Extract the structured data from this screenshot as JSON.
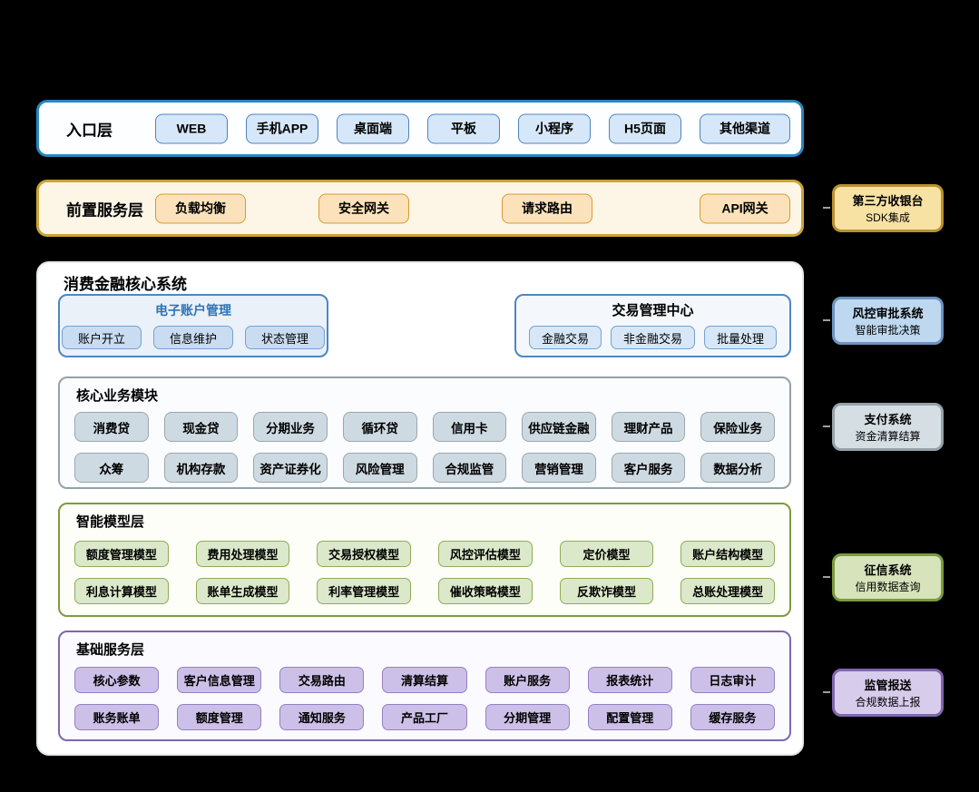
{
  "entry_layer": {
    "label": "入口层",
    "items": [
      "WEB",
      "手机APP",
      "桌面端",
      "平板",
      "小程序",
      "H5页面",
      "其他渠道"
    ]
  },
  "preservice_layer": {
    "label": "前置服务层",
    "items": [
      "负载均衡",
      "安全网关",
      "请求路由",
      "API网关"
    ]
  },
  "core_system": {
    "title": "消费金融核心系统",
    "account_mgmt": {
      "title": "电子账户管理",
      "items": [
        "账户开立",
        "信息维护",
        "状态管理"
      ]
    },
    "trade_center": {
      "title": "交易管理中心",
      "items": [
        "金融交易",
        "非金融交易",
        "批量处理"
      ]
    },
    "business_modules": {
      "title": "核心业务模块",
      "items": [
        "消费贷",
        "现金贷",
        "分期业务",
        "循环贷",
        "信用卡",
        "供应链金融",
        "理财产品",
        "保险业务",
        "众筹",
        "机构存款",
        "资产证券化",
        "风险管理",
        "合规监管",
        "营销管理",
        "客户服务",
        "数据分析"
      ]
    },
    "model_layer": {
      "title": "智能模型层",
      "items": [
        "额度管理模型",
        "费用处理模型",
        "交易授权模型",
        "风控评估模型",
        "定价模型",
        "账户结构模型",
        "利息计算模型",
        "账单生成模型",
        "利率管理模型",
        "催收策略模型",
        "反欺诈模型",
        "总账处理模型"
      ]
    },
    "base_services": {
      "title": "基础服务层",
      "items": [
        "核心参数",
        "客户信息管理",
        "交易路由",
        "清算结算",
        "账户服务",
        "报表统计",
        "日志审计",
        "账务账单",
        "额度管理",
        "通知服务",
        "产品工厂",
        "分期管理",
        "配置管理",
        "缓存服务"
      ]
    }
  },
  "external_systems": [
    {
      "title": "第三方收银台",
      "subtitle": "SDK集成"
    },
    {
      "title": "风控审批系统",
      "subtitle": "智能审批决策"
    },
    {
      "title": "支付系统",
      "subtitle": "资金清算结算"
    },
    {
      "title": "征信系统",
      "subtitle": "信用数据查询"
    },
    {
      "title": "监管报送",
      "subtitle": "合规数据上报"
    }
  ],
  "colors": {
    "background": "#000000",
    "entry_accent": "#2787c0",
    "preservice_accent": "#c9a535",
    "account_title_blue": "#2e74b5",
    "business_accent": "#95a1a9",
    "model_accent": "#7d9b3f",
    "base_accent": "#7e67ae",
    "external_cashier": "#f7e2a4",
    "external_risk": "#bed8ef",
    "external_payment": "#d5dee3",
    "external_credit": "#d7e3ba",
    "external_regulatory": "#d8ccec"
  }
}
